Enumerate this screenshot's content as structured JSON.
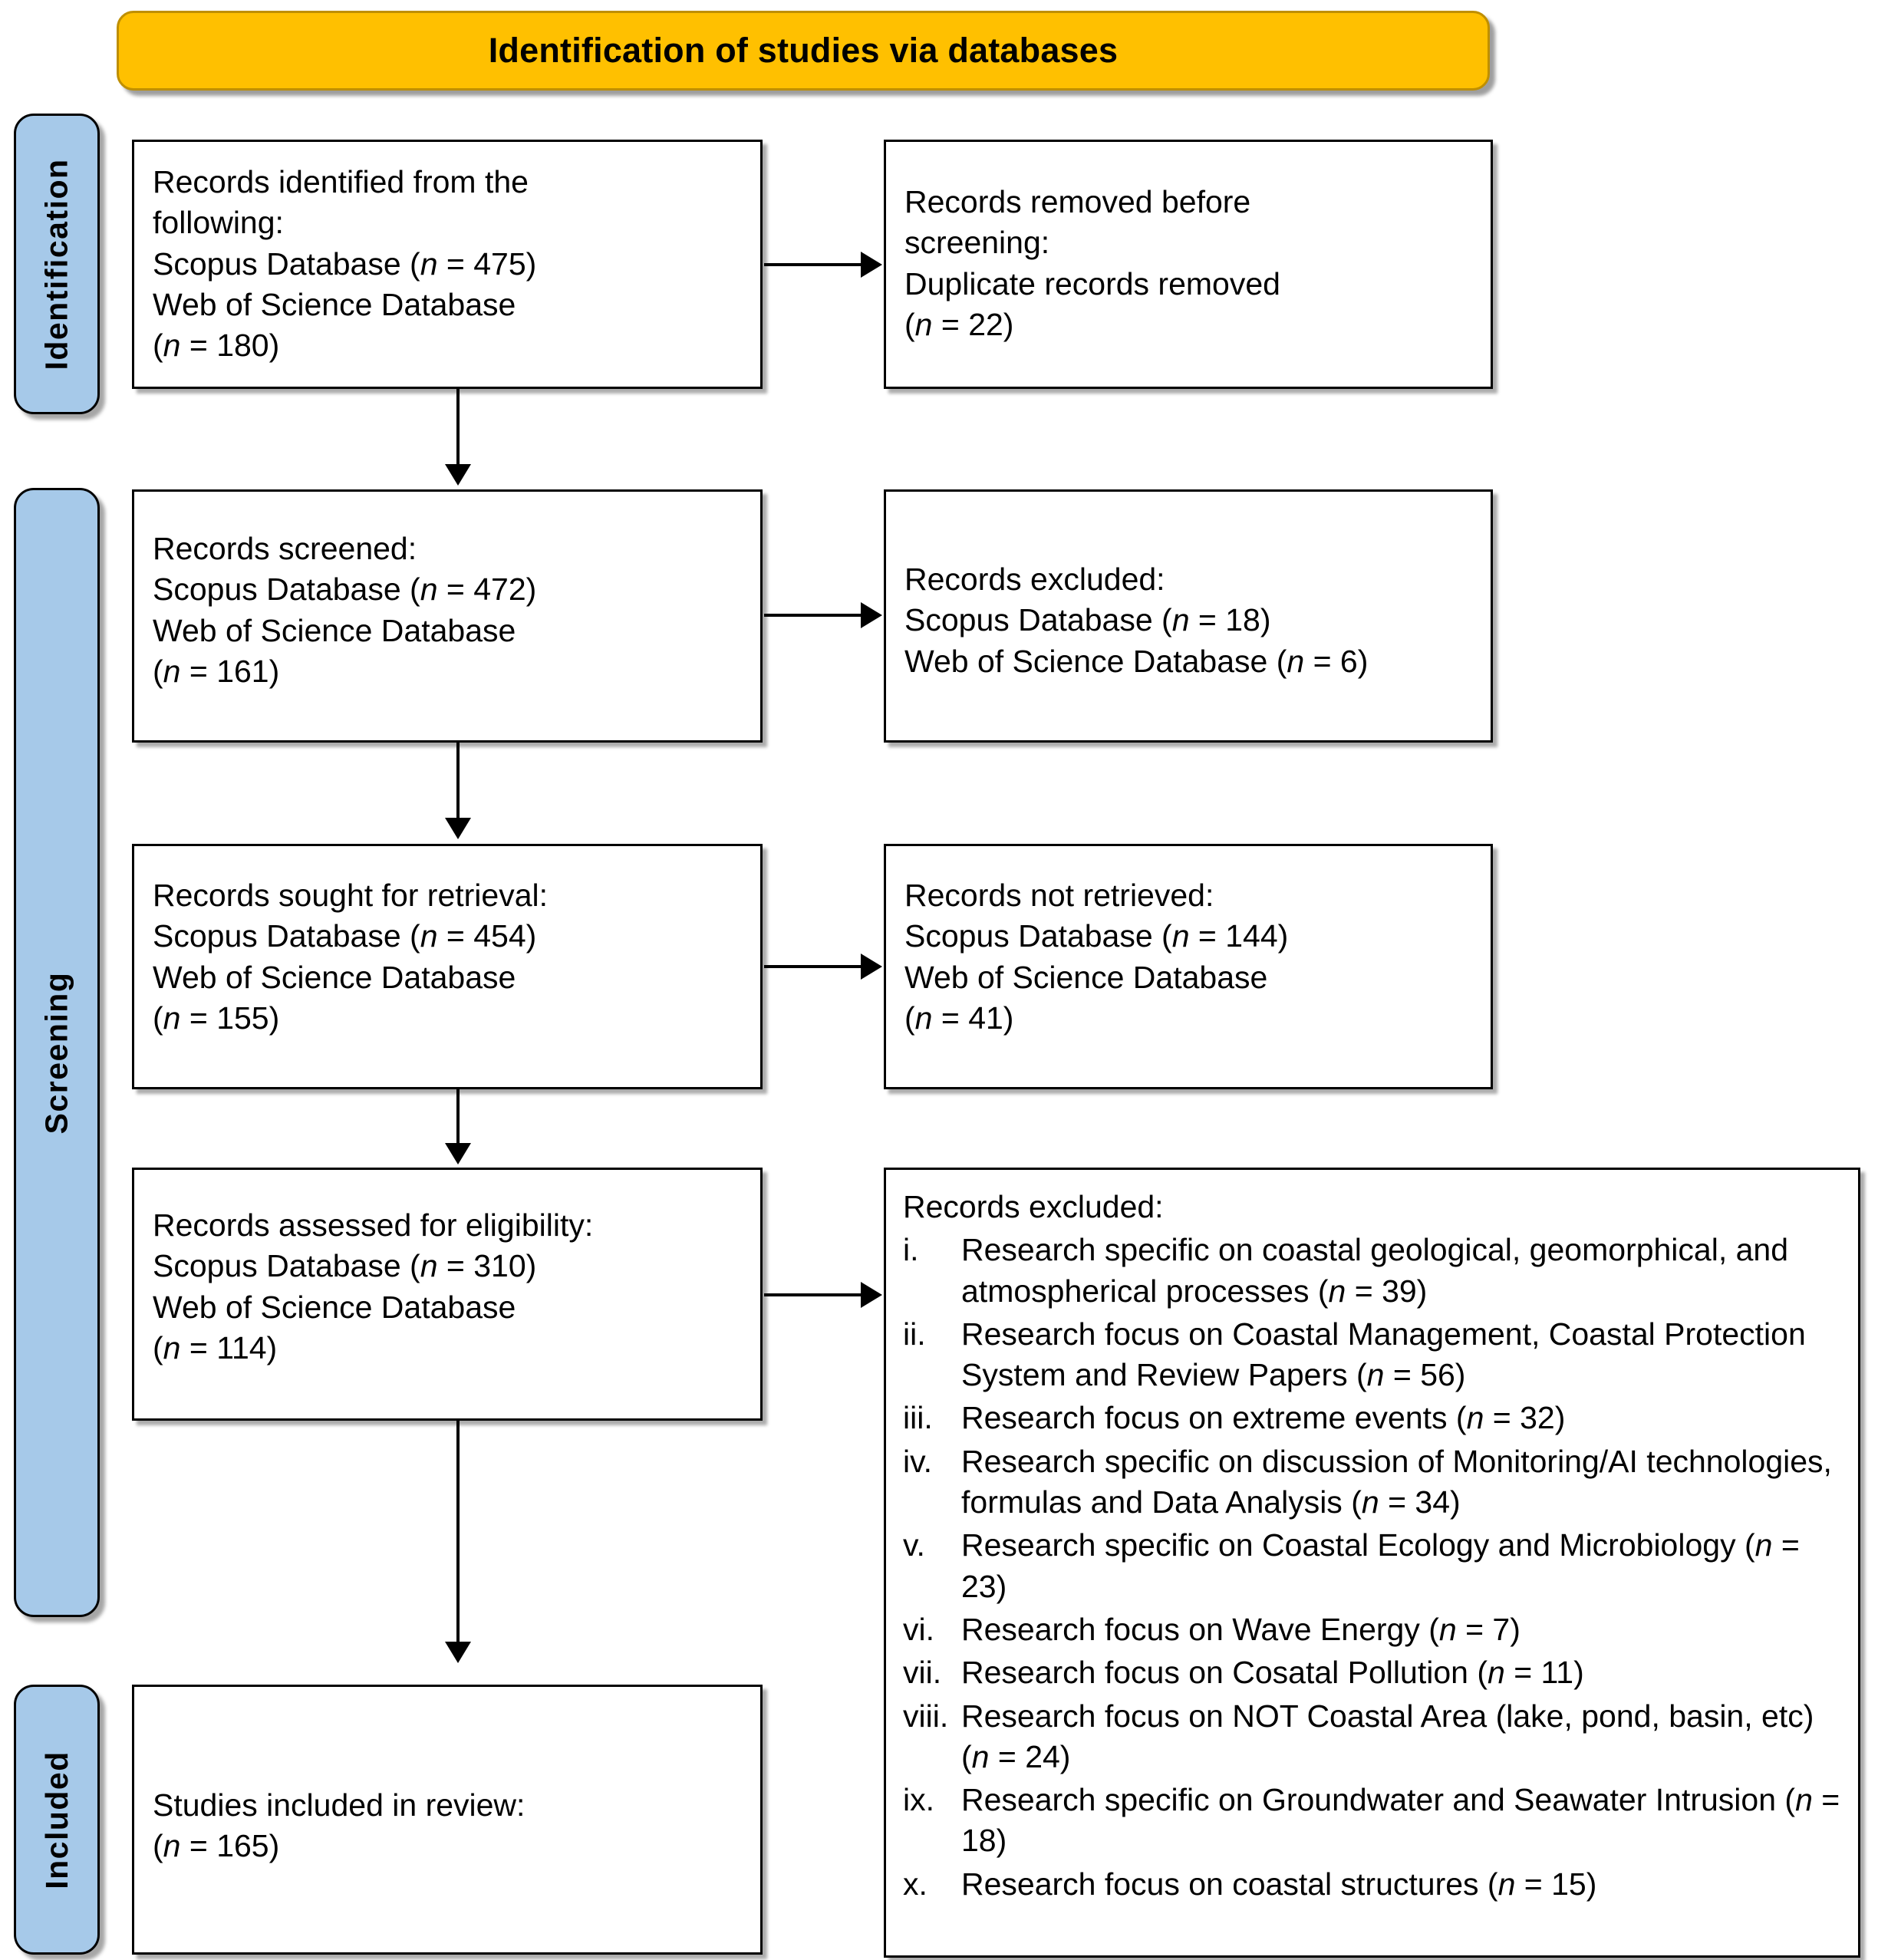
{
  "colors": {
    "banner_bg": "#FFC000",
    "banner_border": "#BF8F00",
    "phase_bg": "#A6C9E9",
    "box_border": "#000000"
  },
  "banner": {
    "title": "Identification of studies via databases"
  },
  "phases": [
    {
      "label": "Identification"
    },
    {
      "label": "Screening"
    },
    {
      "label": "Included"
    }
  ],
  "boxes": {
    "identified": {
      "name": "Records identified from the following",
      "lines": [
        "Records identified from the",
        "following:",
        "Scopus Database (n = 475)",
        "Web of Science Database",
        "(n = 180)"
      ]
    },
    "removed": {
      "name": "Records removed before screening",
      "lines": [
        "Records removed before",
        "screening:",
        "Duplicate records removed",
        "(n = 22)"
      ]
    },
    "screened": {
      "name": "Records screened",
      "lines": [
        "Records screened:",
        "Scopus Database (n = 472)",
        "Web of Science Database",
        "(n = 161)"
      ]
    },
    "excluded_screen": {
      "name": "Records excluded at screening",
      "lines": [
        "Records excluded:",
        "Scopus Database (n = 18)",
        "Web of Science Database (n = 6)"
      ]
    },
    "sought": {
      "name": "Records sought for retrieval",
      "lines": [
        "Records sought for retrieval:",
        "Scopus Database (n = 454)",
        "Web of Science Database",
        "(n = 155)"
      ]
    },
    "not_retrieved": {
      "name": "Records not retrieved",
      "lines": [
        "Records not retrieved:",
        "Scopus Database (n = 144)",
        "Web of Science Database",
        "(n = 41)"
      ]
    },
    "eligibility": {
      "name": "Records assessed for eligibility",
      "lines": [
        "Records assessed for eligibility:",
        "Scopus Database (n = 310)",
        "Web of Science Database",
        "(n = 114)"
      ]
    },
    "included": {
      "name": "Studies included in review",
      "lines": [
        "Studies included in review:",
        "(n = 165)"
      ]
    },
    "excluded_list": {
      "heading": "Records excluded:",
      "items": [
        {
          "num": "i.",
          "text": "Research specific on coastal geological, geomorphical, and atmospherical processes (n = 39)",
          "n": 39
        },
        {
          "num": "ii.",
          "text": "Research focus on Coastal Management, Coastal Protection System and Review Papers (n = 56)",
          "n": 56
        },
        {
          "num": "iii.",
          "text": "Research focus on extreme events (n = 32)",
          "n": 32
        },
        {
          "num": "iv.",
          "text": "Research specific on discussion of Monitoring/AI technologies, formulas and Data Analysis (n = 34)",
          "n": 34
        },
        {
          "num": "v.",
          "text": "Research specific on Coastal Ecology and Microbiology (n = 23)",
          "n": 23
        },
        {
          "num": "vi.",
          "text": "Research focus on Wave Energy (n = 7)",
          "n": 7
        },
        {
          "num": "vii.",
          "text": "Research focus on Cosatal Pollution (n = 11)",
          "n": 11
        },
        {
          "num": "viii.",
          "text": "Research focus on NOT Coastal Area (lake, pond, basin, etc) (n = 24)",
          "n": 24
        },
        {
          "num": "ix.",
          "text": "Research specific on Groundwater and Seawater Intrusion (n = 18)",
          "n": 18
        },
        {
          "num": "x.",
          "text": "Research focus on coastal structures (n = 15)",
          "n": 15
        }
      ]
    }
  },
  "chart_data": {
    "type": "table",
    "title": "Identification of studies via databases",
    "stages": [
      {
        "stage": "Records identified",
        "scopus": 475,
        "web_of_science": 180
      },
      {
        "stage": "Duplicate records removed before screening",
        "total": 22
      },
      {
        "stage": "Records screened",
        "scopus": 472,
        "web_of_science": 161
      },
      {
        "stage": "Records excluded at screening",
        "scopus": 18,
        "web_of_science": 6
      },
      {
        "stage": "Records sought for retrieval",
        "scopus": 454,
        "web_of_science": 155
      },
      {
        "stage": "Records not retrieved",
        "scopus": 144,
        "web_of_science": 41
      },
      {
        "stage": "Records assessed for eligibility",
        "scopus": 310,
        "web_of_science": 114
      },
      {
        "stage": "Studies included in review",
        "total": 165
      }
    ],
    "exclusion_reasons": {
      "categories": [
        "Coastal geological/geomorphical/atmospherical processes",
        "Coastal Management, Protection System and Review Papers",
        "Extreme events",
        "Monitoring/AI technologies, formulas and Data Analysis",
        "Coastal Ecology and Microbiology",
        "Wave Energy",
        "Cosatal Pollution",
        "NOT Coastal Area (lake, pond, basin, etc)",
        "Groundwater and Seawater Intrusion",
        "Coastal structures"
      ],
      "values": [
        39,
        56,
        32,
        34,
        23,
        7,
        11,
        24,
        18,
        15
      ]
    }
  }
}
